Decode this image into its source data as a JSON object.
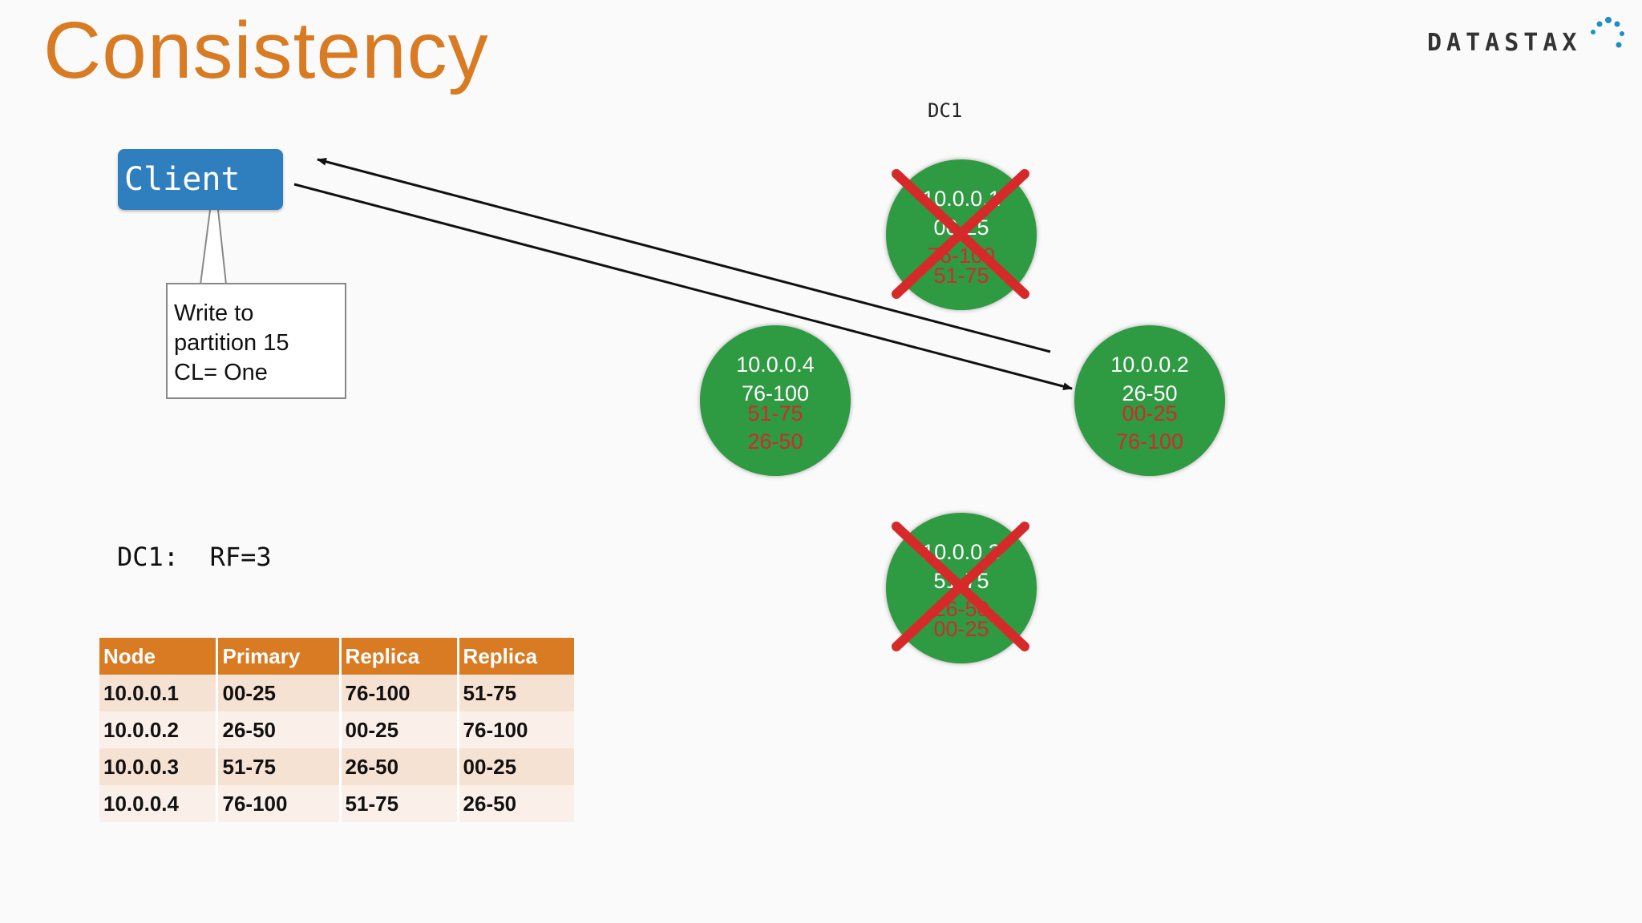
{
  "title": "Consistency",
  "logo": {
    "text": "DATASTAX"
  },
  "dc_label": "DC1",
  "client": {
    "label": "Client"
  },
  "callout": {
    "lines": [
      "Write to",
      "partition 15",
      "CL= One"
    ]
  },
  "rf_label": "DC1:  RF=3",
  "nodes": [
    {
      "ip": "10.0.0.1",
      "primary": "00-25",
      "replica1": "76-100",
      "replica2": "51-75",
      "down": true
    },
    {
      "ip": "10.0.0.2",
      "primary": "26-50",
      "replica1": "00-25",
      "replica2": "76-100",
      "down": false
    },
    {
      "ip": "10.0.0.3",
      "primary": "51-75",
      "replica1": "26-50",
      "replica2": "00-25",
      "down": true
    },
    {
      "ip": "10.0.0.4",
      "primary": "76-100",
      "replica1": "51-75",
      "replica2": "26-50",
      "down": false
    }
  ],
  "table": {
    "headers": [
      "Node",
      "Primary",
      "Replica",
      "Replica"
    ],
    "rows": [
      [
        "10.0.0.1",
        "00-25",
        "76-100",
        "51-75"
      ],
      [
        "10.0.0.2",
        "26-50",
        "00-25",
        "76-100"
      ],
      [
        "10.0.0.3",
        "51-75",
        "26-50",
        "00-25"
      ],
      [
        "10.0.0.4",
        "76-100",
        "51-75",
        "26-50"
      ]
    ]
  },
  "colors": {
    "title": "#d97b22",
    "client": "#2f7fbf",
    "node": "#2e9a42",
    "replica_text": "#cf2b2b",
    "cross": "#d62a2a",
    "table_header": "#d97b22"
  }
}
